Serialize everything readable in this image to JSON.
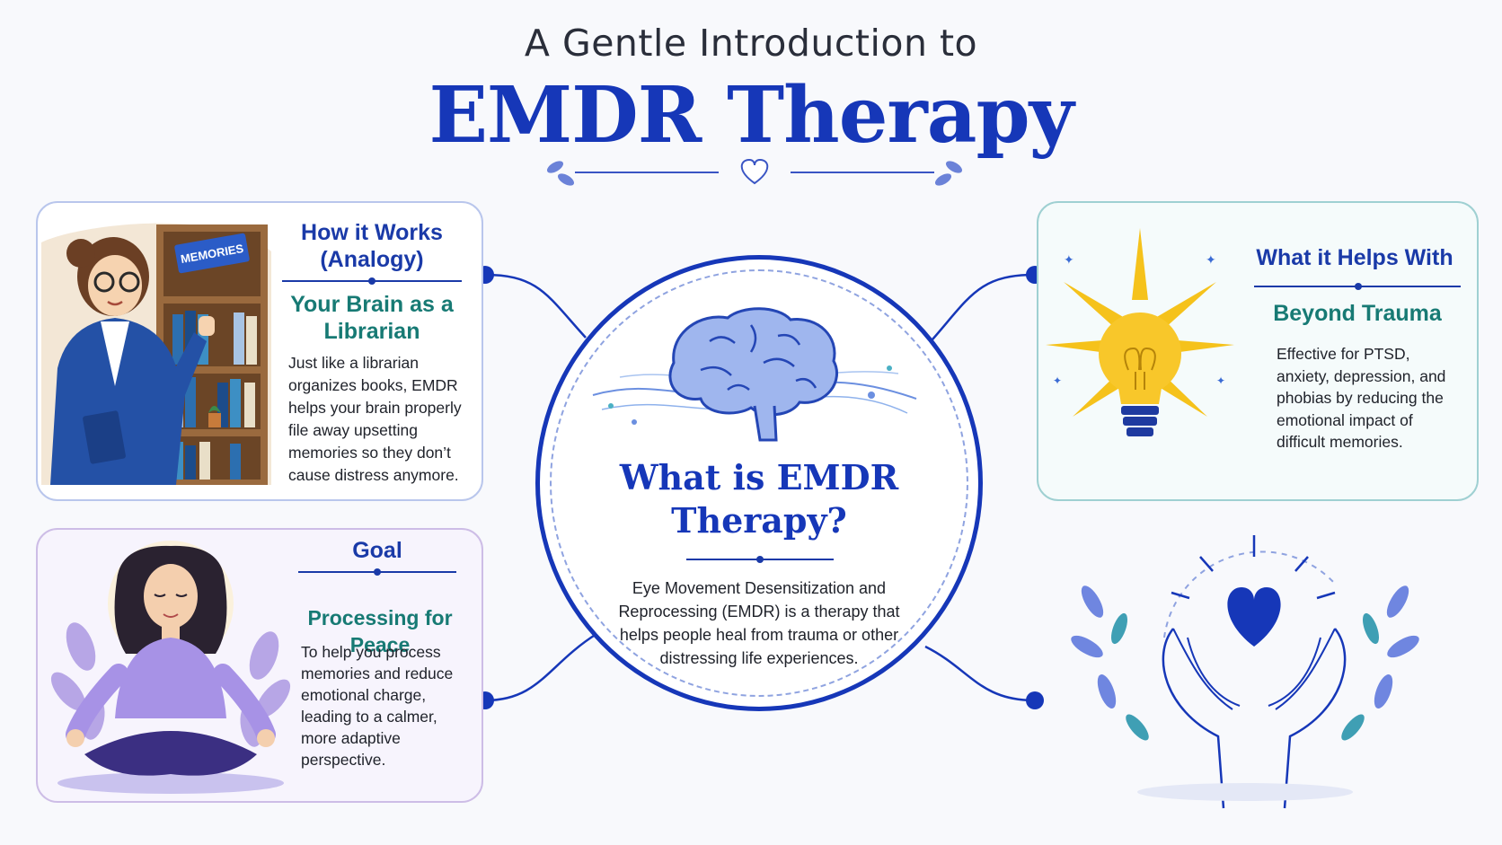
{
  "header": {
    "subtitle": "A Gentle Introduction to",
    "title": "EMDR Therapy"
  },
  "works": {
    "heading": "How it Works (Analogy)",
    "subheading": "Your Brain as a Librarian",
    "body": "Just like a librarian organizes books, EMDR helps your brain properly file away upsetting memories so they don’t cause distress anymore.",
    "shelf_sign": "MEMORIES"
  },
  "goal": {
    "heading": "Goal",
    "subheading": "Processing for Peace",
    "body": "To help you process memories and reduce emotional charge, leading to a calmer, more adaptive perspective."
  },
  "helps": {
    "heading": "What it Helps With",
    "subheading": "Beyond Trauma",
    "body": "Effective for PTSD, anxiety, depression, and phobias by reducing the emotional impact of difficult memories."
  },
  "center": {
    "title": "What is EMDR Therapy?",
    "description": "Eye Movement Desensitization and Reprocessing (EMDR) is a therapy that helps people heal from trauma or other distressing life experiences."
  },
  "colors": {
    "primary_blue": "#1637b8",
    "teal": "#177a74",
    "lavender": "#cdbde6",
    "bulb_yellow": "#f5c21b"
  },
  "icons": [
    "heart-flourish-icon",
    "brain-icon",
    "lightbulb-icon",
    "hands-heart-icon",
    "librarian-illustration",
    "meditation-illustration"
  ]
}
